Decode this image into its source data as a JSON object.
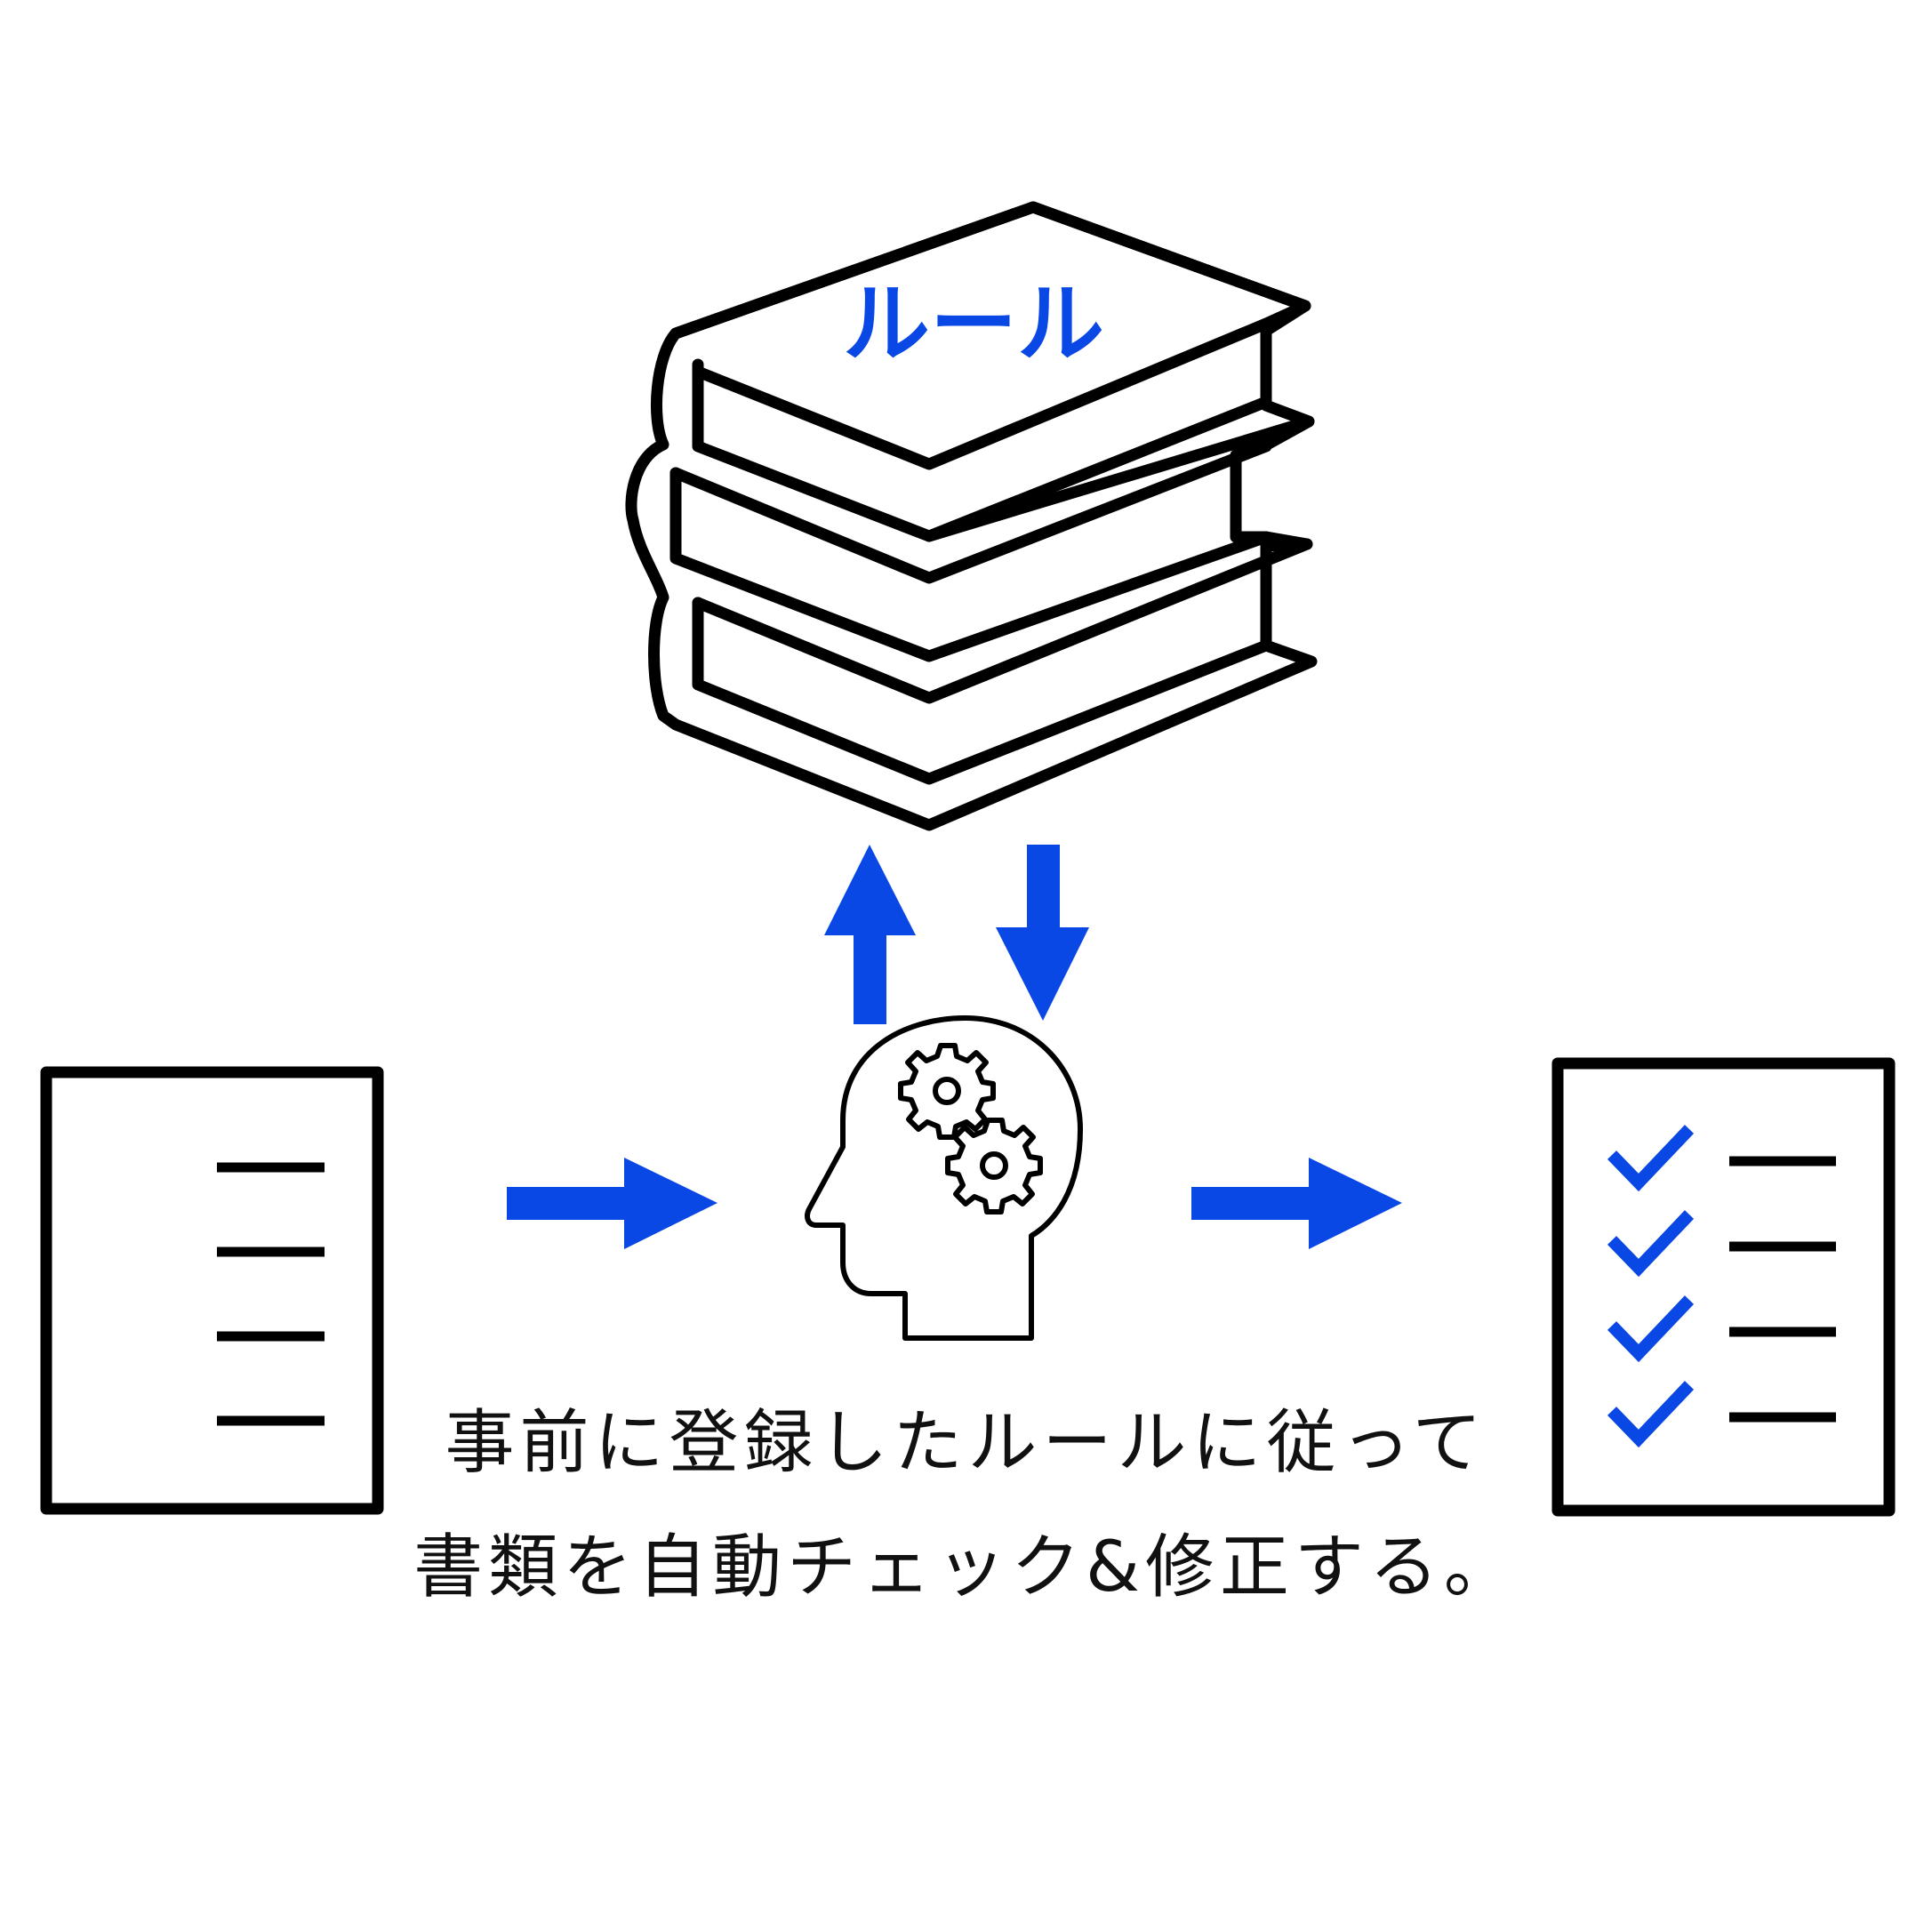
{
  "book_label": "ルール",
  "caption": {
    "line1": "事前に登録したルールに従って",
    "line2": "書類を自動チェック&修正する。"
  },
  "colors": {
    "accent": "#0a48e6",
    "ink": "#000000",
    "background": "#ffffff"
  },
  "icons": {
    "rulebook": "stacked-books-icon",
    "processor": "head-with-gears-icon",
    "input": "document-icon",
    "output": "checked-document-icon"
  },
  "checklist_count": 4
}
